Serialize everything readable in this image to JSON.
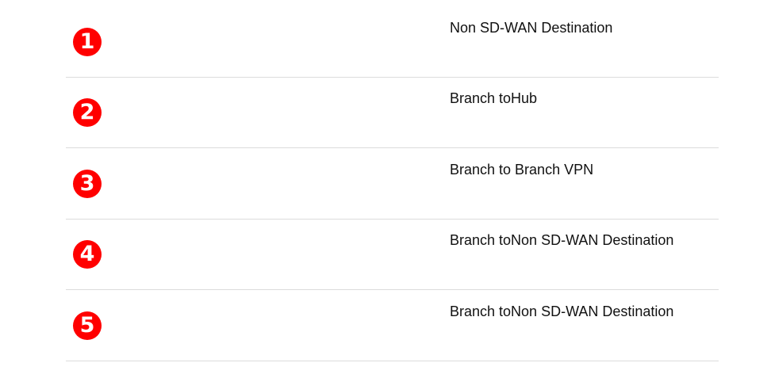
{
  "rows": [
    {
      "number": "1",
      "label": "Non SD-WAN Destination"
    },
    {
      "number": "2",
      "label": "Branch toHub"
    },
    {
      "number": "3",
      "label": "Branch to Branch VPN"
    },
    {
      "number": "4",
      "label": "Branch toNon SD-WAN Destination"
    },
    {
      "number": "5",
      "label": "Branch toNon SD-WAN Destination"
    }
  ],
  "colors": {
    "badge": "#ff0000"
  }
}
